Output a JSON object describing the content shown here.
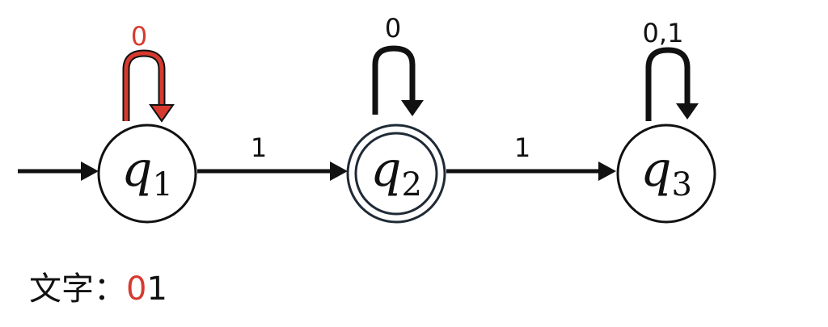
{
  "colors": {
    "ink": "#111111",
    "highlight": "#d63a2f",
    "accept_ring": "#1f2a36"
  },
  "states": [
    {
      "id": "q1",
      "name": "q",
      "subscript": "1",
      "start": true,
      "accept": false
    },
    {
      "id": "q2",
      "name": "q",
      "subscript": "2",
      "start": false,
      "accept": true
    },
    {
      "id": "q3",
      "name": "q",
      "subscript": "3",
      "start": false,
      "accept": false
    }
  ],
  "transitions": [
    {
      "from": "q1",
      "to": "q1",
      "label": "0",
      "highlighted": true
    },
    {
      "from": "q2",
      "to": "q2",
      "label": "0",
      "highlighted": false
    },
    {
      "from": "q3",
      "to": "q3",
      "label": "0,1",
      "highlighted": false
    },
    {
      "from": "q1",
      "to": "q2",
      "label": "1",
      "highlighted": false
    },
    {
      "from": "q2",
      "to": "q3",
      "label": "1",
      "highlighted": false
    }
  ],
  "input": {
    "label": "文字：",
    "consumed": "0",
    "remaining": "1"
  }
}
